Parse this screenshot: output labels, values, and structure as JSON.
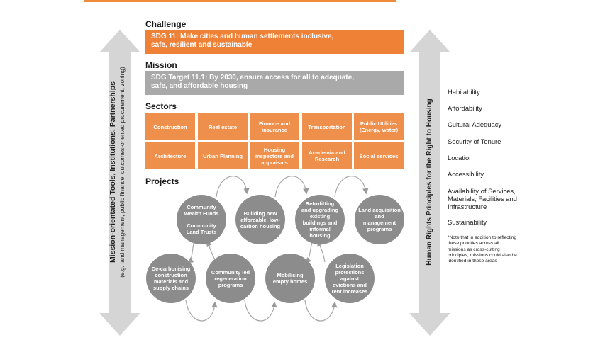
{
  "challenge": {
    "heading": "Challenge",
    "text_line1": "SDG 11: Make cities and human settlements inclusive,",
    "text_line2": "safe, resilient and sustainable"
  },
  "mission": {
    "heading": "Mission",
    "text_line1": "SDG Target 11.1: By 2030, ensure access for all to adequate,",
    "text_line2": "safe, and affordable housing"
  },
  "sectors": {
    "heading": "Sectors",
    "row1": [
      "Construction",
      "Real estate",
      "Finance and insurance",
      "Transportation",
      "Public Utilities (Energy, water)"
    ],
    "row2": [
      "Architecture",
      "Urban Planning",
      "Housing inspectors and appraisals",
      "Academia and Research",
      "Social services"
    ]
  },
  "projects": {
    "heading": "Projects",
    "top": [
      {
        "line1": "Community Wealth Funds",
        "line2": "Community Land Trusts"
      },
      {
        "line1": "Building new affordable, low-carbon housing"
      },
      {
        "line1": "Retrofitting and upgrading existing buildings and informal housing"
      },
      {
        "line1": "Land acquisition and management programs"
      }
    ],
    "bottom": [
      "De-carbonising construction materials and supply chains",
      "Community led regeneration programs",
      "Mobilising empty homes",
      "Legislation protections against evictions and rent increases"
    ]
  },
  "left_arrow": {
    "title": "Mission-orientated Tools, Institutions, Partnerships",
    "subtitle": "(e.g. land management, public finance, outcomes-oriented procurement, zoning)"
  },
  "right_arrow": {
    "title": "Human Rights Principles for the Right to Housing"
  },
  "principles": [
    "Habitability",
    "Affordability",
    "Cultural Adequacy",
    "Security of Tenure",
    "Location",
    "Accessibility",
    "Availability of Services, Materials, Facilities and Infrastructure",
    "Sustainability"
  ],
  "note": "*Note that in addition to reflecting these priorities across all missions as cross-cutting principles, missions could also be identified in these areas",
  "colors": {
    "orange": "#ef8137",
    "cell_orange": "#ef8f4c",
    "grey_bar": "#a9a9a9",
    "circle_grey": "#8c8c8c",
    "arrow_grey": "#d5d5d5"
  }
}
